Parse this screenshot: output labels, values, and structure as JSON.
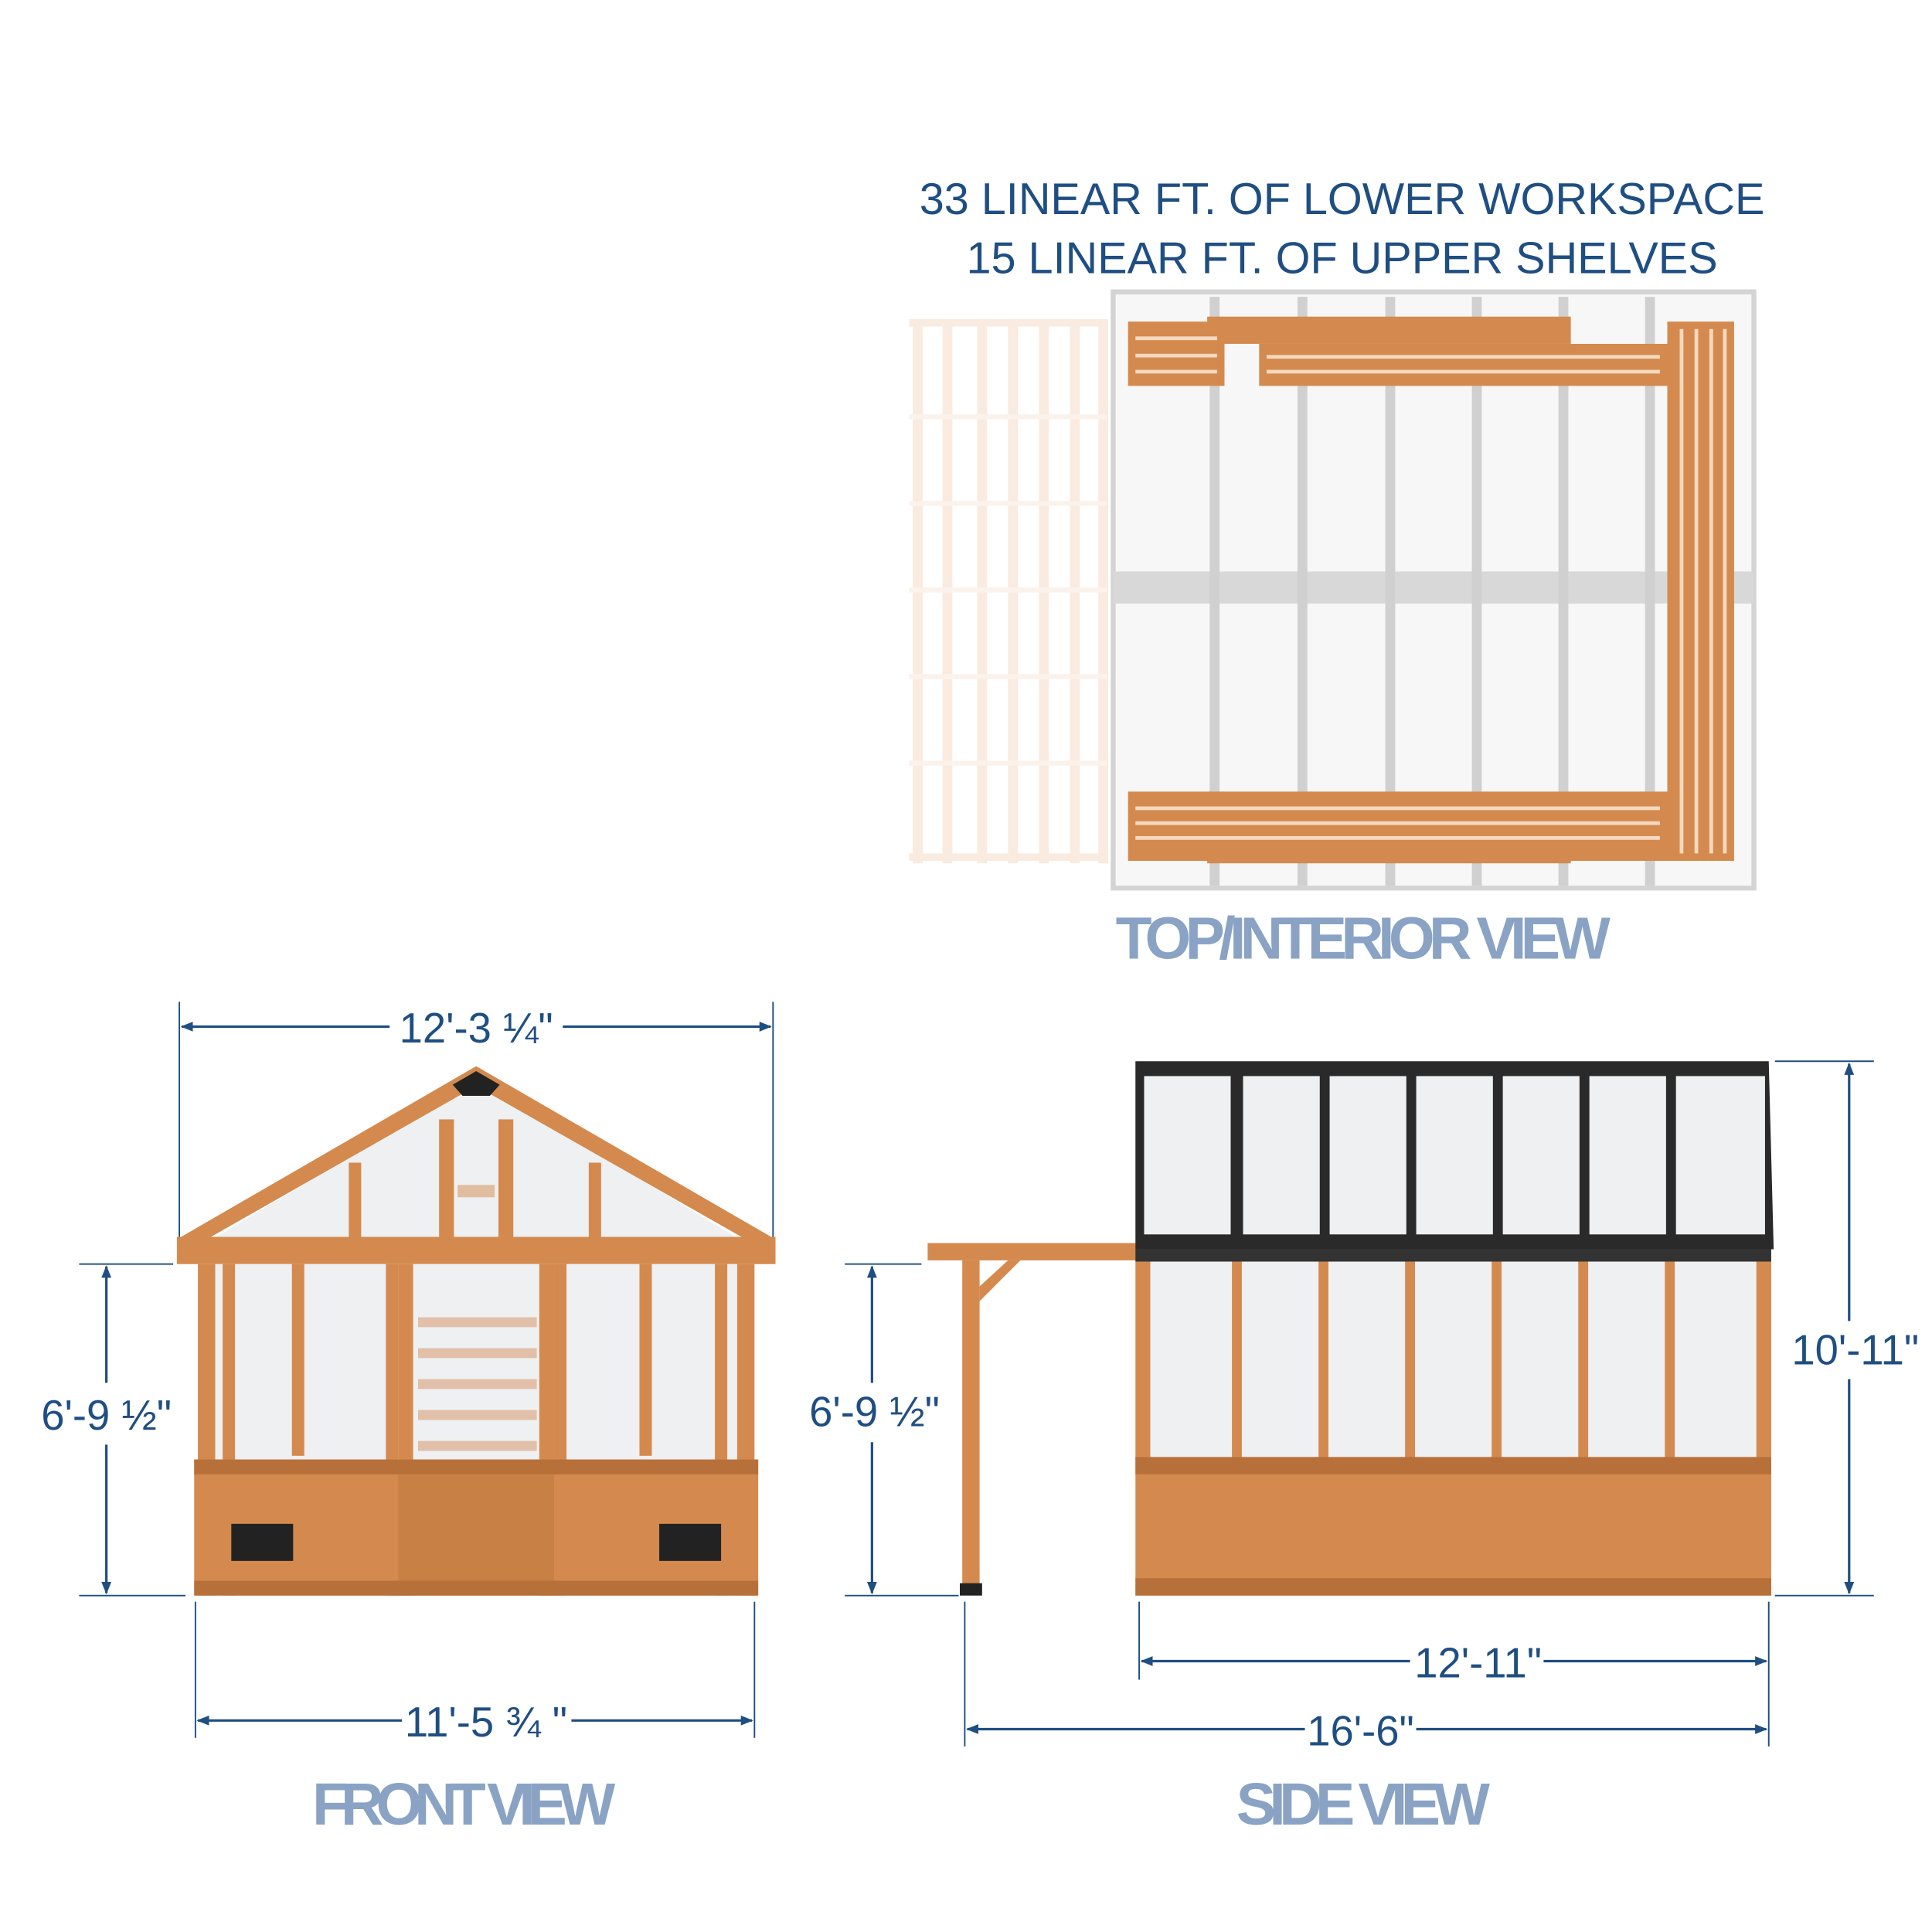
{
  "header": {
    "line1": "33 LINEAR FT. OF LOWER WORKSPACE",
    "line2": "15 LINEAR FT. OF UPPER SHELVES"
  },
  "top_view": {
    "title": "TOP/INTERIOR VIEW"
  },
  "front_view": {
    "title": "FRONT VIEW",
    "roof_width": "12'-3 ¼\"",
    "wall_height": "6'-9 ½\"",
    "base_width": "11'-5 ¾ \""
  },
  "side_view": {
    "title": "SIDE VIEW",
    "wall_height": "6'-9 ½\"",
    "total_height": "10'-11\"",
    "body_length": "12'-11\"",
    "total_length": "16'-6\""
  },
  "colors": {
    "dimension": "#1f4e82",
    "view_label": "#8aa3c4",
    "wood": "#d48a4e"
  }
}
